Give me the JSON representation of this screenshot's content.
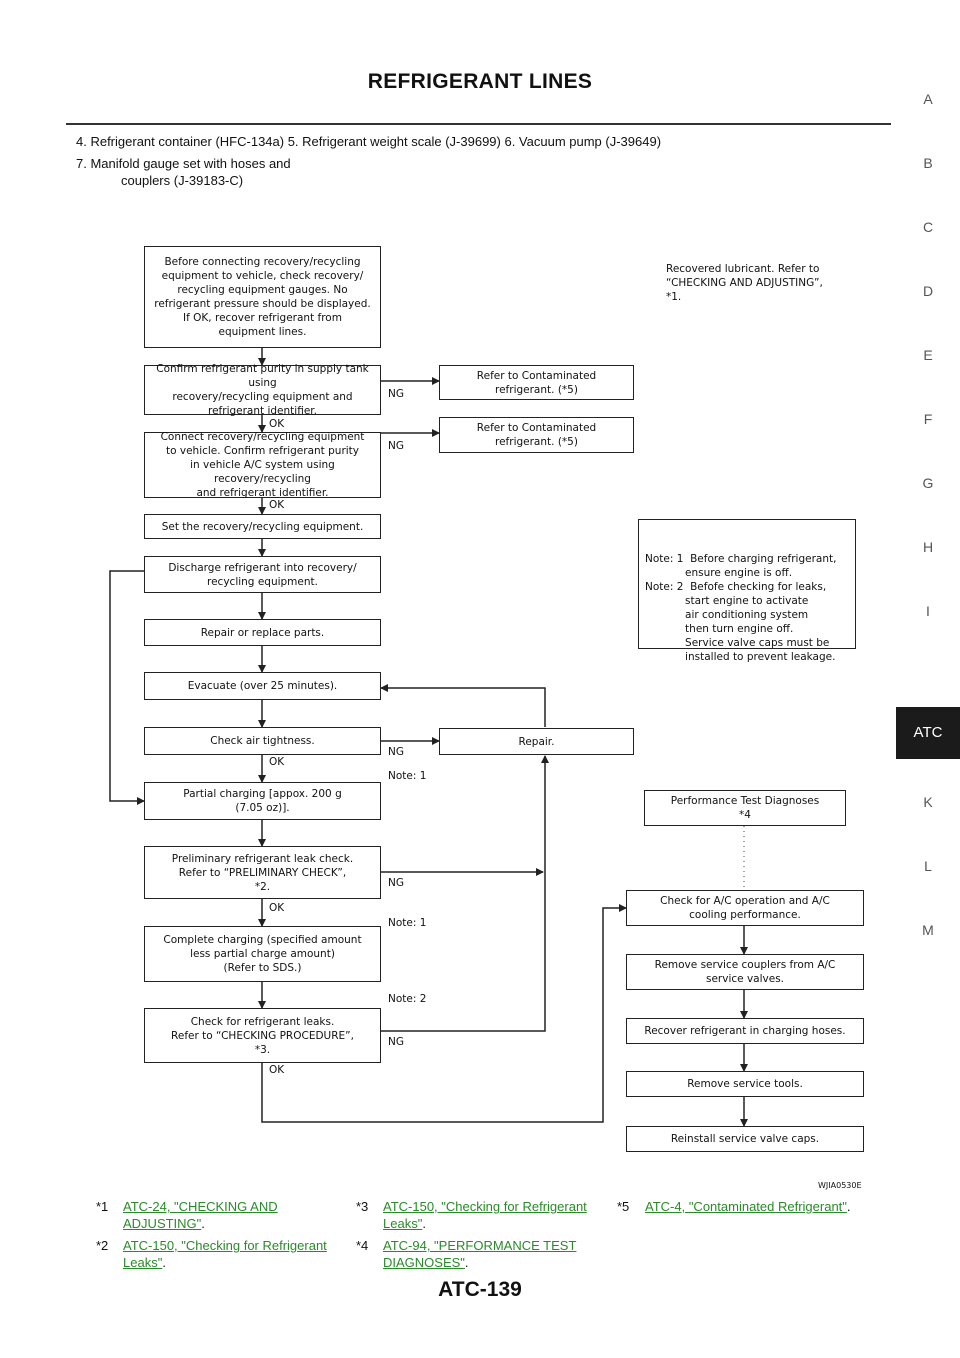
{
  "header": {
    "title": "REFRIGERANT LINES"
  },
  "legend": {
    "line1": "4. Refrigerant container (HFC-134a) 5. Refrigerant weight scale (J-39699) 6. Vacuum pump (J-39649)",
    "line2a": "7. Manifold gauge set with hoses and",
    "line2b": "couplers (J-39183-C)"
  },
  "side_tabs": [
    "A",
    "B",
    "C",
    "D",
    "E",
    "F",
    "G",
    "H",
    "I",
    "ATC",
    "K",
    "L",
    "M"
  ],
  "flowchart": {
    "b1": [
      "Before connecting recovery/recycling",
      "equipment to vehicle, check recovery/",
      "recycling equipment gauges. No",
      "refrigerant pressure should be displayed.",
      "If OK, recover refrigerant from",
      "equipment lines."
    ],
    "b2": [
      "Confirm refrigerant purity in supply tank using",
      "recovery/recycling equipment and",
      "refrigerant identifier."
    ],
    "b3": [
      "Connect recovery/recycling equipment",
      "to vehicle. Confirm refrigerant purity",
      "in vehicle A/C system using recovery/recycling",
      "and refrigerant identifier."
    ],
    "b4": [
      "Set the recovery/recycling equipment."
    ],
    "b5": [
      "Discharge refrigerant into recovery/",
      "recycling equipment."
    ],
    "b6": [
      "Repair or replace parts."
    ],
    "b7": [
      "Evacuate (over 25 minutes)."
    ],
    "b8": [
      "Check air tightness."
    ],
    "b9": [
      "Partial charging [appox. 200 g",
      "(7.05 oz)]."
    ],
    "b10": [
      "Preliminary refrigerant leak check.",
      "Refer to “PRELIMINARY CHECK”,",
      "*2."
    ],
    "b11": [
      "Complete charging (specified amount",
      "less partial charge amount)",
      "(Refer to SDS.)"
    ],
    "b12": [
      "Check for refrigerant leaks.",
      "Refer to “CHECKING PROCEDURE”,",
      "*3."
    ],
    "c1": [
      "Refer to Contaminated",
      "refrigerant. (*5)"
    ],
    "c2": [
      "Refer to Contaminated",
      "refrigerant. (*5)"
    ],
    "c3": [
      "Repair."
    ],
    "r1": [
      "Performance Test Diagnoses",
      "*4"
    ],
    "r2": [
      "Check for A/C operation and A/C",
      "cooling performance."
    ],
    "r3": [
      "Remove service couplers from A/C",
      "service valves."
    ],
    "r4": [
      "Recover refrigerant in charging hoses."
    ],
    "r5": [
      "Remove service tools."
    ],
    "r6": [
      "Reinstall service valve caps."
    ],
    "lubricant_note": [
      "Recovered lubricant. Refer to",
      "“CHECKING AND ADJUSTING”,",
      "*1."
    ],
    "notes_box": [
      "Note: 1  Before charging refrigerant,",
      "            ensure engine is off.",
      "Note: 2  Befofe checking for leaks,",
      "            start engine to activate",
      "            air conditioning system",
      "            then turn engine off.",
      "            Service valve caps must be",
      "            installed to prevent leakage."
    ],
    "labels": {
      "ng": "NG",
      "ok": "OK",
      "note1": "Note:  1",
      "note2": "Note:  2"
    },
    "figure_id": "WJIA0530E"
  },
  "refs": [
    {
      "num": "*1",
      "text": "ATC-24, \"CHECKING AND ADJUSTING\""
    },
    {
      "num": "*2",
      "text": "ATC-150, \"Checking for Refrigerant Leaks\""
    },
    {
      "num": "*3",
      "text": "ATC-150, \"Checking for Refrigerant Leaks\""
    },
    {
      "num": "*4",
      "text": "ATC-94, \"PERFORMANCE TEST DIAGNOSES\""
    },
    {
      "num": "*5",
      "text": "ATC-4, \"Contaminated Refrigerant\""
    }
  ],
  "footer": {
    "page_number": "ATC-139"
  }
}
